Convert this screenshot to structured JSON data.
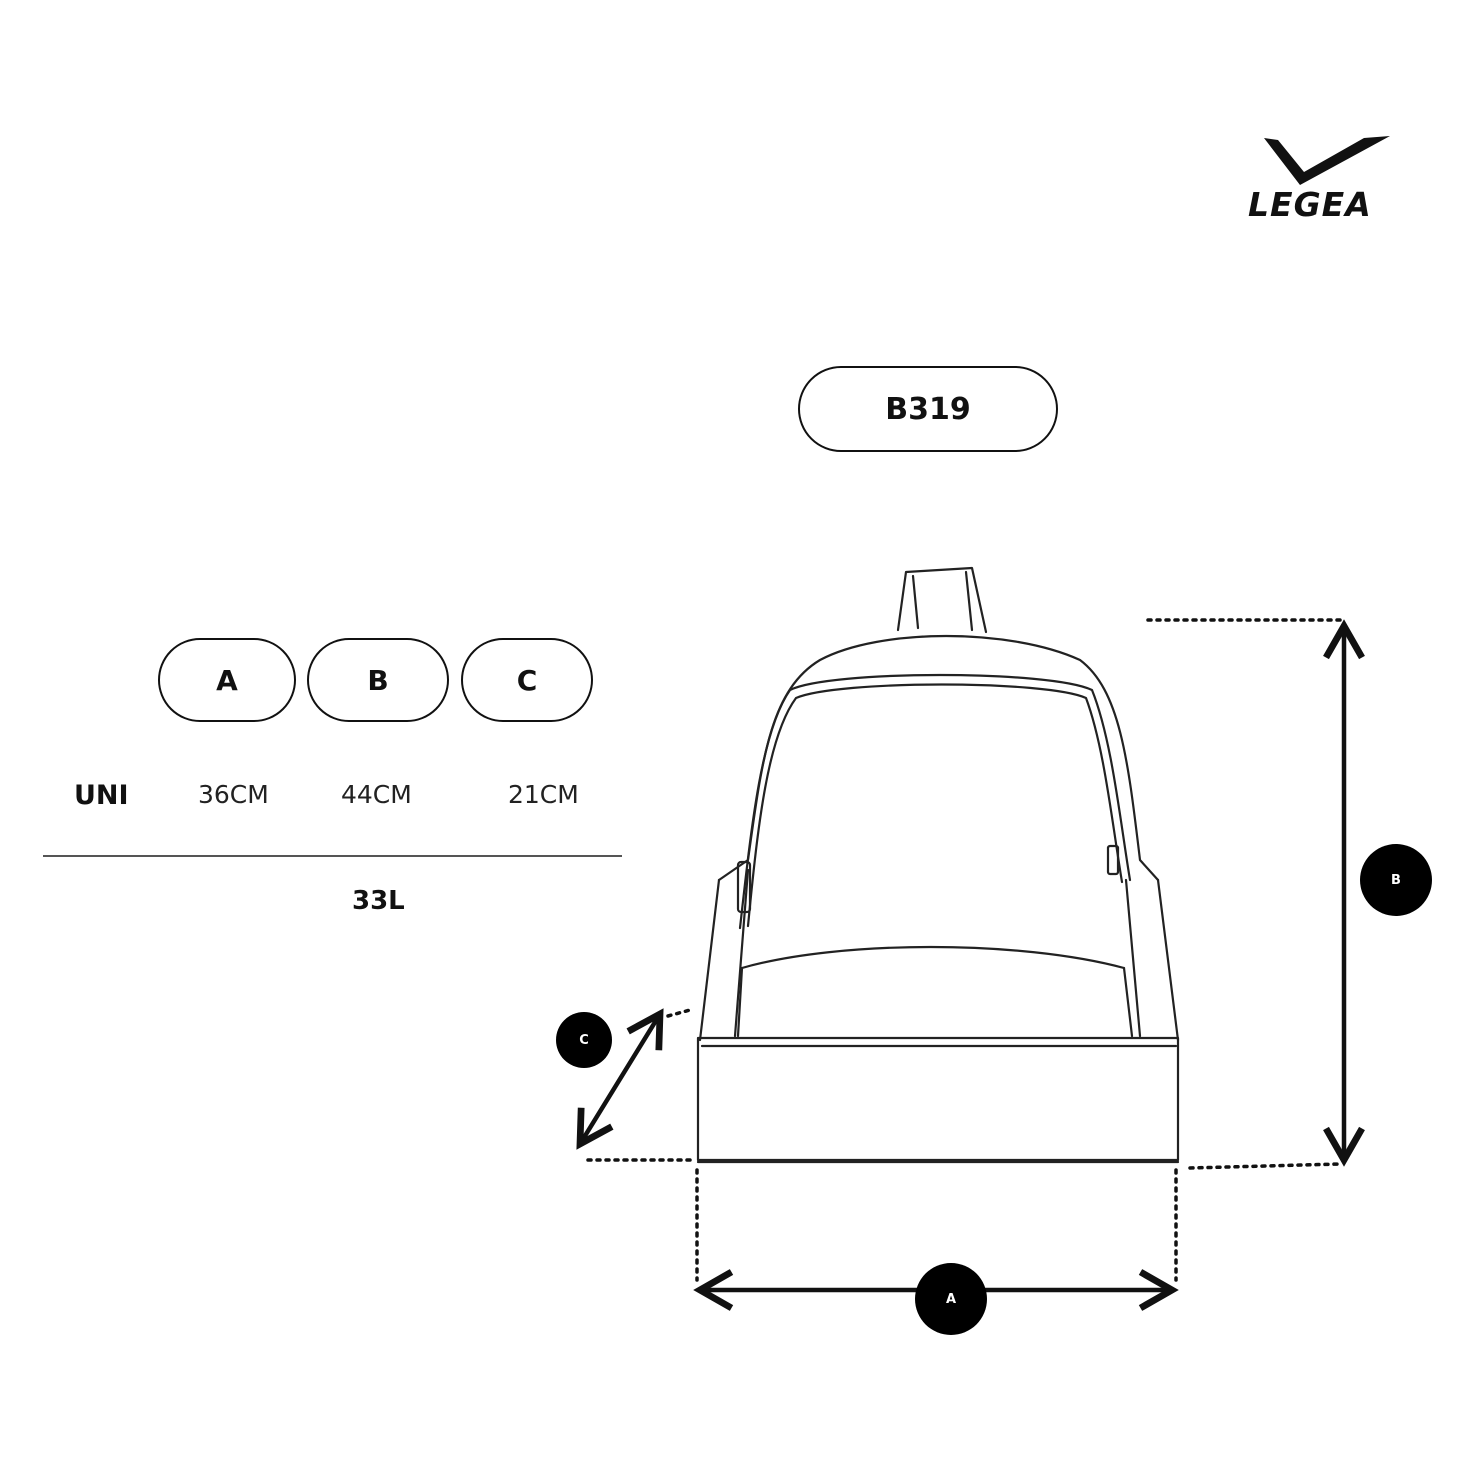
{
  "brand": {
    "name": "LEGEA",
    "logo_icon": "legea-v-mark-icon"
  },
  "product": {
    "model": "B319"
  },
  "size_table": {
    "headers": [
      "A",
      "B",
      "C"
    ],
    "rows": [
      {
        "size": "UNI",
        "values": [
          "36CM",
          "44CM",
          "21CM"
        ]
      }
    ],
    "capacity": "33L"
  },
  "dimensions": {
    "width_label": "A",
    "height_label": "B",
    "depth_label": "C"
  },
  "colors": {
    "ink": "#111111",
    "background": "#ffffff"
  }
}
